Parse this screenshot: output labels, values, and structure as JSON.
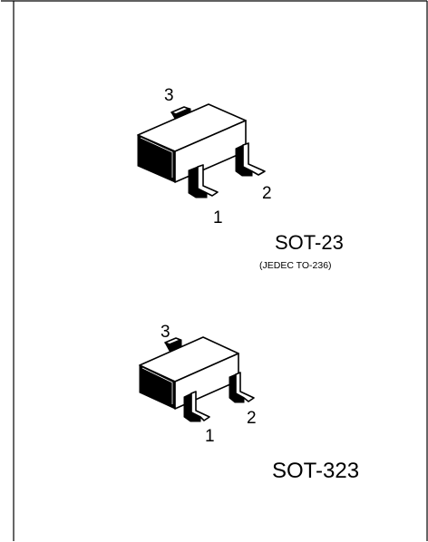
{
  "packages": [
    {
      "name": "SOT-23",
      "note": "(JEDEC TO-236)",
      "pins": [
        "1",
        "2",
        "3"
      ]
    },
    {
      "name": "SOT-323",
      "note": "",
      "pins": [
        "1",
        "2",
        "3"
      ]
    }
  ],
  "colors": {
    "background": "#ffffff",
    "line": "#000000"
  }
}
